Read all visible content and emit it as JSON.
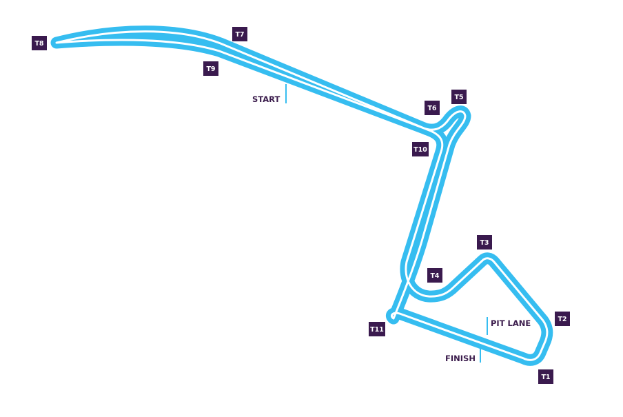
{
  "colors": {
    "track": "#36bdf0",
    "track_inner": "#ffffff",
    "label_bg": "#3a1a4e",
    "label_text": "#ffffff",
    "marker_text": "#3b1c4c",
    "marker_line": "#36bdf0"
  },
  "turns": [
    {
      "id": "t1",
      "label": "T1"
    },
    {
      "id": "t2",
      "label": "T2"
    },
    {
      "id": "t3",
      "label": "T3"
    },
    {
      "id": "t4",
      "label": "T4"
    },
    {
      "id": "t5",
      "label": "T5"
    },
    {
      "id": "t6",
      "label": "T6"
    },
    {
      "id": "t7",
      "label": "T7"
    },
    {
      "id": "t8",
      "label": "T8"
    },
    {
      "id": "t9",
      "label": "T9"
    },
    {
      "id": "t10",
      "label": "T10"
    },
    {
      "id": "t11",
      "label": "T11"
    }
  ],
  "markers": {
    "start": "START",
    "finish": "FINISH",
    "pit_lane": "PIT LANE"
  }
}
